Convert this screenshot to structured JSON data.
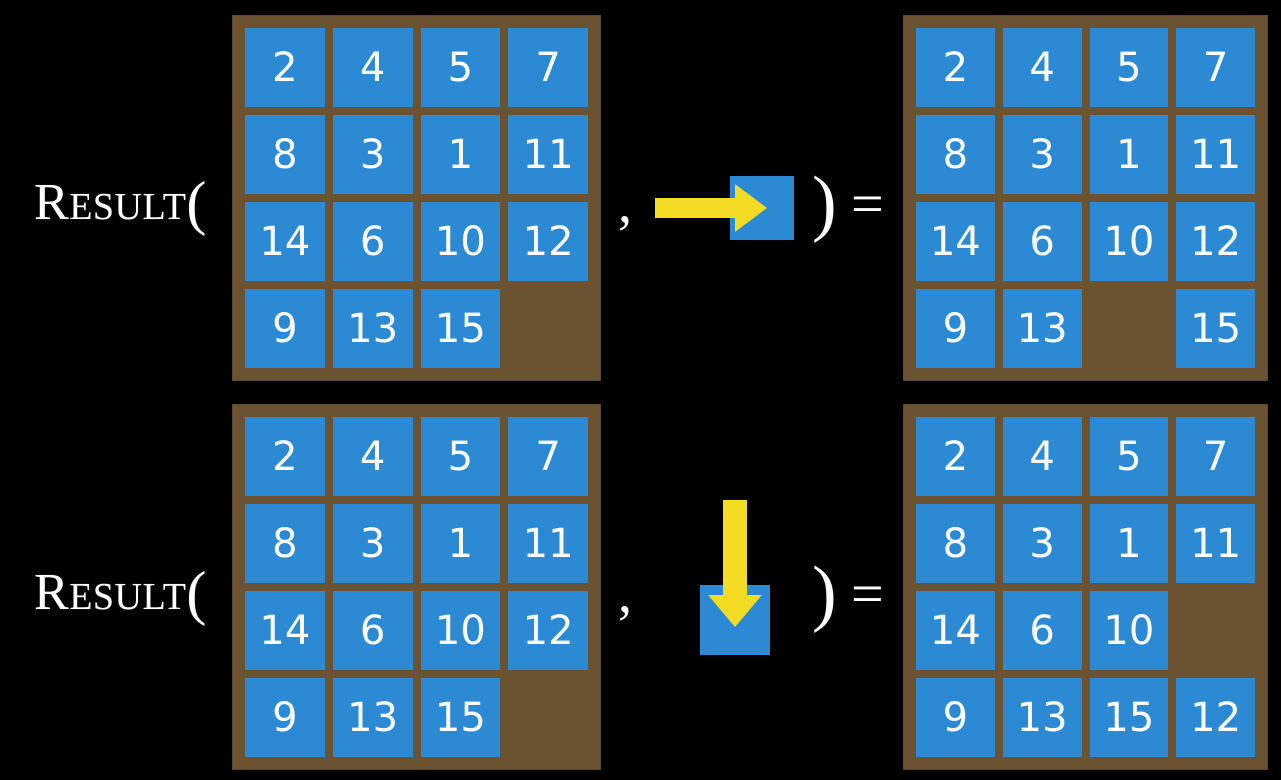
{
  "colors": {
    "background": "#000000",
    "tile": "#2b8ad3",
    "board_frame": "#6b5331",
    "arrow": "#f4dc25",
    "text": "#ffffff"
  },
  "equations": [
    {
      "id": "right-slide",
      "label": {
        "cap": "R",
        "rest": "ESULT",
        "open_paren": "("
      },
      "separator": ",",
      "close_paren": ")",
      "equals": "=",
      "input_board": {
        "name": "15-puzzle-start-state",
        "rows": [
          [
            "2",
            "4",
            "5",
            "7"
          ],
          [
            "8",
            "3",
            "1",
            "11"
          ],
          [
            "14",
            "6",
            "10",
            "12"
          ],
          [
            "9",
            "13",
            "15",
            ""
          ]
        ]
      },
      "action": {
        "name": "slide-right",
        "direction": "right",
        "arrow_icon": "arrow-right-icon",
        "blank_tile_label": ""
      },
      "output_board": {
        "name": "15-puzzle-result-state",
        "rows": [
          [
            "2",
            "4",
            "5",
            "7"
          ],
          [
            "8",
            "3",
            "1",
            "11"
          ],
          [
            "14",
            "6",
            "10",
            "12"
          ],
          [
            "9",
            "13",
            "",
            "15"
          ]
        ]
      }
    },
    {
      "id": "down-slide",
      "label": {
        "cap": "R",
        "rest": "ESULT",
        "open_paren": "("
      },
      "separator": ",",
      "close_paren": ")",
      "equals": "=",
      "input_board": {
        "name": "15-puzzle-start-state",
        "rows": [
          [
            "2",
            "4",
            "5",
            "7"
          ],
          [
            "8",
            "3",
            "1",
            "11"
          ],
          [
            "14",
            "6",
            "10",
            "12"
          ],
          [
            "9",
            "13",
            "15",
            ""
          ]
        ]
      },
      "action": {
        "name": "slide-down",
        "direction": "down",
        "arrow_icon": "arrow-down-icon",
        "blank_tile_label": ""
      },
      "output_board": {
        "name": "15-puzzle-result-state",
        "rows": [
          [
            "2",
            "4",
            "5",
            "7"
          ],
          [
            "8",
            "3",
            "1",
            "11"
          ],
          [
            "14",
            "6",
            "10",
            ""
          ],
          [
            "9",
            "13",
            "15",
            "12"
          ]
        ]
      }
    }
  ]
}
